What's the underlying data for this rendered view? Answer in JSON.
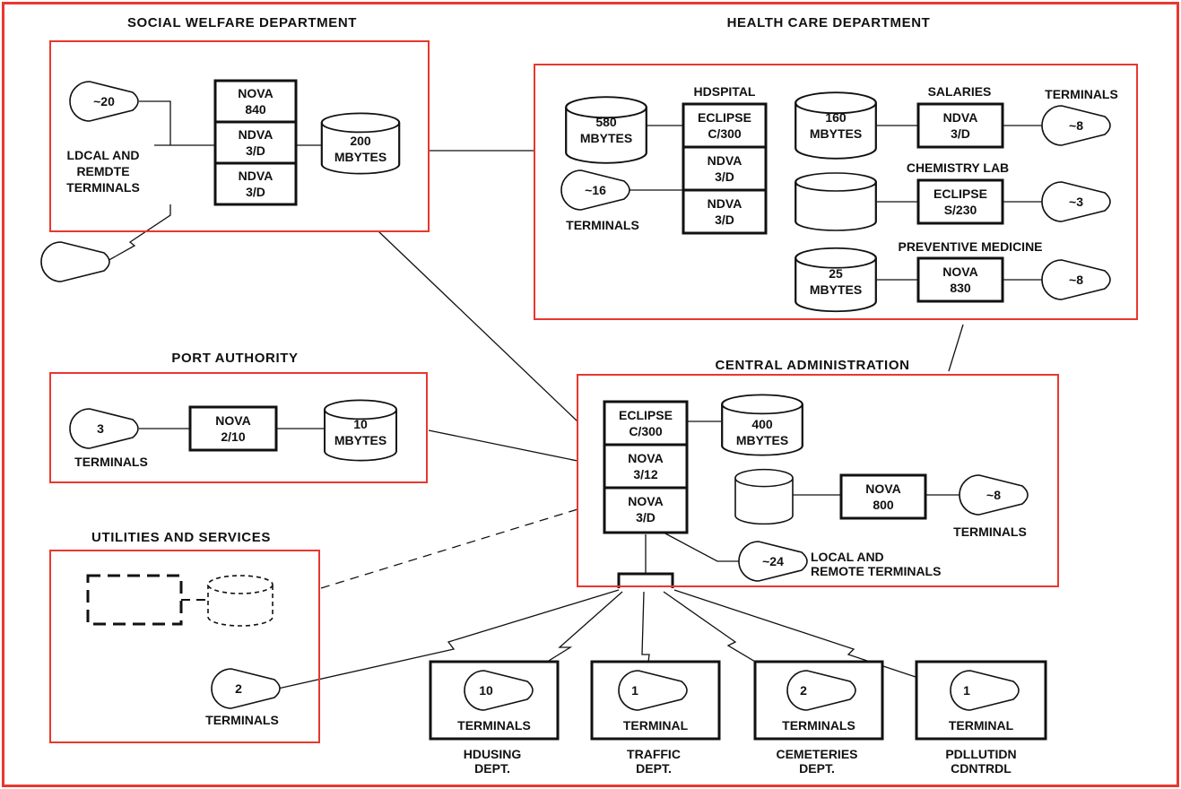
{
  "diagram": {
    "departments": {
      "social": "SOCIAL WELFARE DEPARTMENT",
      "health": "HEALTH CARE DEPARTMENT",
      "port": "PORT AUTHORITY",
      "central": "CENTRAL ADMINISTRATION",
      "utilities": "UTILITIES AND SERVICES"
    },
    "social": {
      "nova840": [
        "NOVA",
        "840"
      ],
      "nova3d_a": [
        "NDVA",
        "3/D"
      ],
      "nova3d_b": [
        "NDVA",
        "3/D"
      ],
      "disk": [
        "200",
        "MBYTES"
      ],
      "term_count": "~20",
      "term_label": [
        "LDCAL AND",
        "REMDTE",
        "TERMINALS"
      ]
    },
    "health": {
      "hospital_label": "HDSPITAL",
      "hospital_disk": [
        "580",
        "MBYTES"
      ],
      "eclipse": [
        "ECLIPSE",
        "C/300"
      ],
      "nova3d_a": [
        "NDVA",
        "3/D"
      ],
      "nova3d_b": [
        "NDVA",
        "3/D"
      ],
      "term_count": "~16",
      "term_label": "TERMINALS",
      "salaries_label": "SALARIES",
      "salaries_disk": [
        "160",
        "MBYTES"
      ],
      "salaries_cpu": [
        "NDVA",
        "3/D"
      ],
      "salaries_term_label": "TERMINALS",
      "salaries_term_count": "~8",
      "chem_label": "CHEMISTRY LAB",
      "chem_cpu": [
        "ECLIPSE",
        "S/230"
      ],
      "chem_term_count": "~3",
      "prev_label": "PREVENTIVE MEDICINE",
      "prev_disk": [
        "25",
        "MBYTES"
      ],
      "prev_cpu": [
        "NOVA",
        "830"
      ],
      "prev_term_count": "~8"
    },
    "port": {
      "term_count": "3",
      "term_label": "TERMINALS",
      "cpu": [
        "NOVA",
        "2/10"
      ],
      "disk": [
        "10",
        "MBYTES"
      ]
    },
    "central": {
      "eclipse": [
        "ECLIPSE",
        "C/300"
      ],
      "nova312": [
        "NOVA",
        "3/12"
      ],
      "nova3d": [
        "NOVA",
        "3/D"
      ],
      "disk": [
        "400",
        "MBYTES"
      ],
      "nova800": [
        "NOVA",
        "800"
      ],
      "term8_count": "~8",
      "term8_label": "TERMINALS",
      "term24_count": "~24",
      "term24_label": [
        "LOCAL AND",
        "REMOTE TERMINALS"
      ]
    },
    "utilities": {
      "term_count": "2",
      "term_label": "TERMINALS"
    },
    "remote": {
      "housing": {
        "count": "10",
        "label": "TERMINALS",
        "dept": [
          "HDUSING",
          "DEPT."
        ]
      },
      "traffic": {
        "count": "1",
        "label": "TERMINAL",
        "dept": [
          "TRAFFIC",
          "DEPT."
        ]
      },
      "cemeteries": {
        "count": "2",
        "label": "TERMINALS",
        "dept": [
          "CEMETERIES",
          "DEPT."
        ]
      },
      "pollution": {
        "count": "1",
        "label": "TERMINAL",
        "dept": [
          "PDLLUTIDN",
          "CDNTRDL"
        ]
      }
    }
  }
}
